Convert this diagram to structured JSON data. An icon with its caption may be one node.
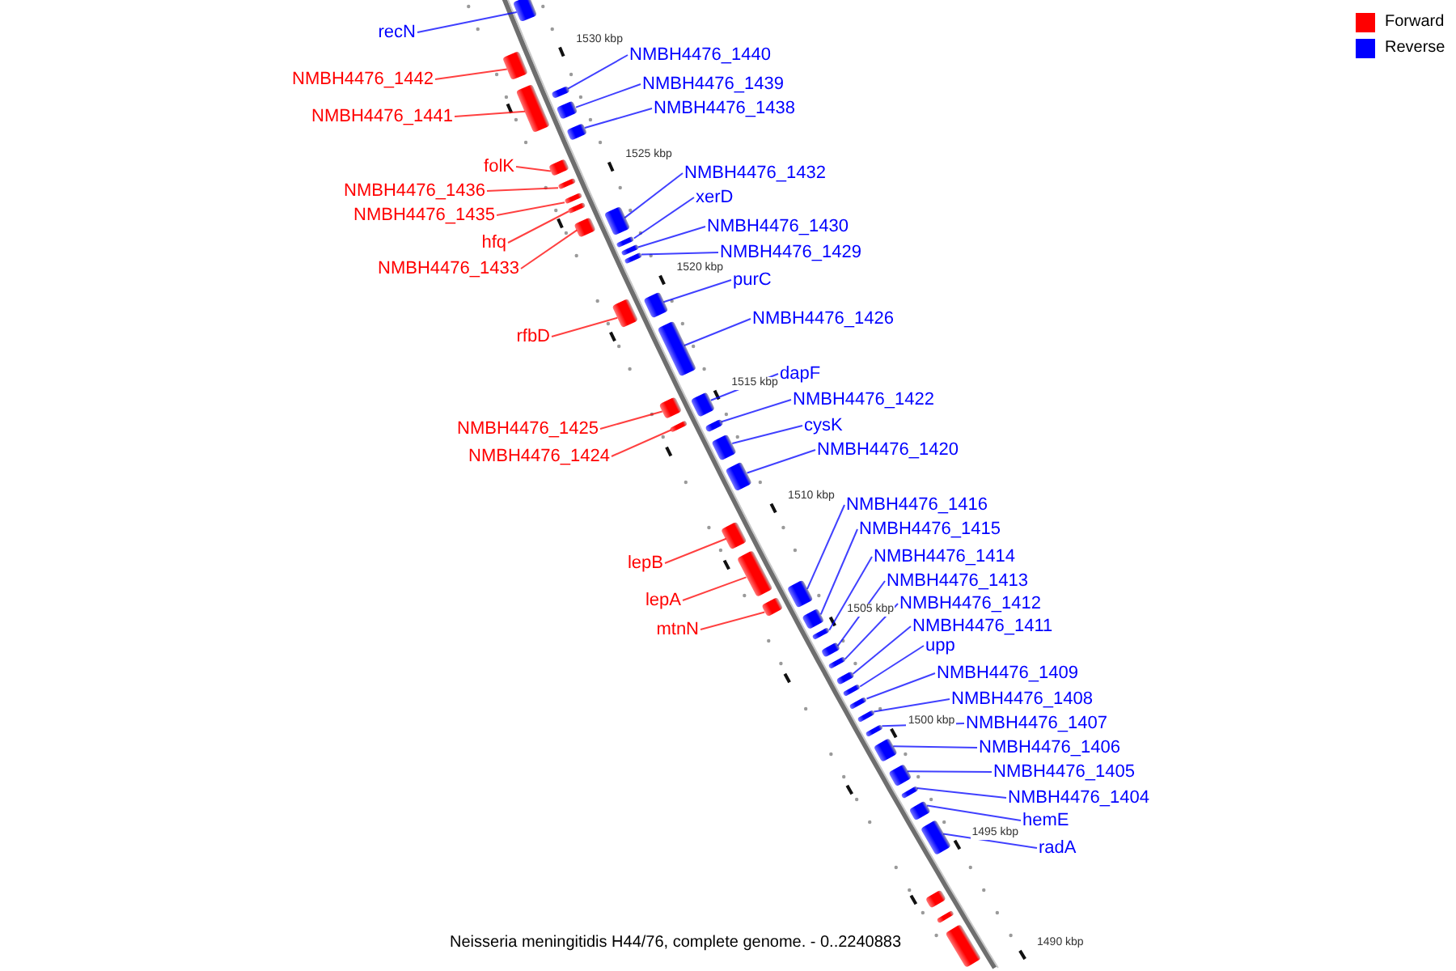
{
  "diagram": {
    "caption": "Neisseria meningitidis H44/76, complete genome. - 0..2240883",
    "nodes": [
      {
        "text": [
          "recN"
        ]
      },
      {
        "text": [
          "NMBH4476_1440"
        ]
      },
      {
        "text": [
          "NMBH4476_1442"
        ]
      },
      {
        "text": [
          "NMBH4476_1439"
        ]
      },
      {
        "text": [
          "NMBH4476_1438"
        ]
      },
      {
        "text": [
          "NMBH4476_1441"
        ]
      },
      {
        "text": [
          "folK"
        ]
      },
      {
        "text": [
          "NMBH4476_1432"
        ]
      },
      {
        "text": [
          "NMBH4476_1436"
        ]
      },
      {
        "text": [
          "xerD"
        ]
      },
      {
        "text": [
          "NMBH4476_1435"
        ]
      },
      {
        "text": [
          "NMBH4476_1430"
        ]
      },
      {
        "text": [
          "hfq"
        ]
      },
      {
        "text": [
          "NMBH4476_1429"
        ]
      },
      {
        "text": [
          "NMBH4476_1433"
        ]
      },
      {
        "text": [
          "purC"
        ]
      },
      {
        "text": [
          "NMBH4476_1426"
        ]
      },
      {
        "text": [
          "rfbD"
        ]
      },
      {
        "text": [
          "dapF"
        ]
      },
      {
        "text": [
          "NMBH4476_1422"
        ]
      },
      {
        "text": [
          "cysK"
        ]
      },
      {
        "text": [
          "NMBH4476_1425"
        ]
      },
      {
        "text": [
          "NMBH4476_1420"
        ]
      },
      {
        "text": [
          "NMBH4476_1424"
        ]
      },
      {
        "text": [
          "NMBH4476_1416"
        ]
      },
      {
        "text": [
          "NMBH4476_1415"
        ]
      },
      {
        "text": [
          "NMBH4476_1414"
        ]
      },
      {
        "text": [
          "lepB"
        ]
      },
      {
        "text": [
          "NMBH4476_1413"
        ]
      },
      {
        "text": [
          "lepA"
        ]
      },
      {
        "text": [
          "NMBH4476_1412"
        ]
      },
      {
        "text": [
          "NMBH4476_1411"
        ]
      },
      {
        "text": [
          "mtnN"
        ]
      },
      {
        "text": [
          "upp"
        ]
      },
      {
        "text": [
          "NMBH4476_1409"
        ]
      },
      {
        "text": [
          "NMBH4476_1408"
        ]
      },
      {
        "text": [
          "NMBH4476_1407"
        ]
      },
      {
        "text": [
          "NMBH4476_1406"
        ]
      },
      {
        "text": [
          "NMBH4476_1405"
        ]
      },
      {
        "text": [
          "NMBH4476_1404"
        ]
      },
      {
        "text": [
          "hemE"
        ]
      },
      {
        "text": [
          "radA"
        ]
      },
      {
        "text": [],
        "shape": "bar"
      },
      {
        "text": [],
        "shape": "bar"
      },
      {
        "text": [],
        "shape": "bar"
      },
      {
        "text": [],
        "shape": "bar"
      },
      {
        "text": [],
        "shape": "bar"
      },
      {
        "text": [],
        "shape": "bar"
      },
      {
        "text": [],
        "shape": "bar"
      },
      {
        "text": [],
        "shape": "bar"
      },
      {
        "text": [],
        "shape": "bar"
      },
      {
        "text": [],
        "shape": "bar"
      },
      {
        "text": [],
        "shape": "bar"
      },
      {
        "text": [],
        "shape": "bar"
      },
      {
        "text": [],
        "shape": "bar"
      },
      {
        "text": [],
        "shape": "bar"
      },
      {
        "text": [],
        "shape": "bar"
      },
      {
        "text": [],
        "shape": "bar"
      },
      {
        "text": [],
        "shape": "bar"
      },
      {
        "text": [],
        "shape": "bar"
      },
      {
        "text": [],
        "shape": "bar"
      },
      {
        "text": [],
        "shape": "bar"
      },
      {
        "text": [],
        "shape": "bar"
      },
      {
        "text": [],
        "shape": "bar"
      },
      {
        "text": [],
        "shape": "bar"
      },
      {
        "text": [],
        "shape": "bar"
      },
      {
        "text": [],
        "shape": "bar"
      },
      {
        "text": [],
        "shape": "bar"
      },
      {
        "text": [],
        "shape": "bar"
      },
      {
        "text": [],
        "shape": "bar"
      },
      {
        "text": [],
        "shape": "bar"
      },
      {
        "text": [],
        "shape": "bar"
      },
      {
        "text": [],
        "shape": "bar"
      },
      {
        "text": [],
        "shape": "bar"
      },
      {
        "text": [],
        "shape": "bar"
      },
      {
        "text": [],
        "shape": "bar"
      },
      {
        "text": [],
        "shape": "bar"
      },
      {
        "text": [],
        "shape": "bar"
      },
      {
        "text": [],
        "shape": "bar"
      },
      {
        "text": [],
        "shape": "bar"
      },
      {
        "text": [],
        "shape": "bar"
      },
      {
        "text": [],
        "shape": "bar"
      },
      {
        "text": [],
        "shape": "bar"
      },
      {
        "text": [],
        "shape": "bar"
      },
      {
        "text": [],
        "shape": "bar"
      },
      {
        "text": [],
        "shape": "bar"
      },
      {
        "text": [],
        "shape": "bar"
      }
    ],
    "edges": [
      {
        "from": 0,
        "to": 42,
        "arrow": "none"
      },
      {
        "from": 1,
        "to": 43,
        "arrow": "none"
      },
      {
        "from": 2,
        "to": 44,
        "arrow": "none",
        "color": "#ff0000"
      },
      {
        "from": 3,
        "to": 45,
        "arrow": "none"
      },
      {
        "from": 4,
        "to": 46,
        "arrow": "none"
      },
      {
        "from": 5,
        "to": 47,
        "arrow": "none",
        "color": "#ff0000"
      },
      {
        "from": 6,
        "to": 48,
        "arrow": "none",
        "color": "#ff0000"
      },
      {
        "from": 7,
        "to": 49,
        "arrow": "none"
      },
      {
        "from": 8,
        "to": 50,
        "arrow": "none",
        "color": "#ff0000"
      },
      {
        "from": 9,
        "to": 51,
        "arrow": "none"
      },
      {
        "from": 10,
        "to": 52,
        "arrow": "none",
        "color": "#ff0000"
      },
      {
        "from": 11,
        "to": 53,
        "arrow": "none"
      },
      {
        "from": 12,
        "to": 54,
        "arrow": "none",
        "color": "#ff0000"
      },
      {
        "from": 13,
        "to": 55,
        "arrow": "none"
      },
      {
        "from": 14,
        "to": 56,
        "arrow": "none",
        "color": "#ff0000"
      },
      {
        "from": 15,
        "to": 57,
        "arrow": "none"
      },
      {
        "from": 16,
        "to": 58,
        "arrow": "none"
      },
      {
        "from": 17,
        "to": 59,
        "arrow": "none",
        "color": "#ff0000"
      },
      {
        "from": 18,
        "to": 60,
        "arrow": "none"
      },
      {
        "from": 19,
        "to": 61,
        "arrow": "none"
      },
      {
        "from": 20,
        "to": 62,
        "arrow": "none"
      },
      {
        "from": 21,
        "to": 63,
        "arrow": "none",
        "color": "#ff0000"
      },
      {
        "from": 22,
        "to": 64,
        "arrow": "none"
      },
      {
        "from": 23,
        "to": 65,
        "arrow": "none",
        "color": "#ff0000"
      },
      {
        "from": 24,
        "to": 66,
        "arrow": "none"
      },
      {
        "from": 25,
        "to": 67,
        "arrow": "none"
      },
      {
        "from": 26,
        "to": 68,
        "arrow": "none"
      },
      {
        "from": 27,
        "to": 69,
        "arrow": "none",
        "color": "#ff0000"
      },
      {
        "from": 28,
        "to": 70,
        "arrow": "none"
      },
      {
        "from": 29,
        "to": 71,
        "arrow": "none",
        "color": "#ff0000"
      },
      {
        "from": 30,
        "to": 72,
        "arrow": "none"
      },
      {
        "from": 31,
        "to": 73,
        "arrow": "none"
      },
      {
        "from": 32,
        "to": 74,
        "arrow": "none",
        "color": "#ff0000"
      },
      {
        "from": 33,
        "to": 75,
        "arrow": "none"
      },
      {
        "from": 34,
        "to": 76,
        "arrow": "none"
      },
      {
        "from": 35,
        "to": 77,
        "arrow": "none"
      },
      {
        "from": 36,
        "to": 78,
        "arrow": "none"
      },
      {
        "from": 37,
        "to": 79,
        "arrow": "none"
      },
      {
        "from": 38,
        "to": 80,
        "arrow": "none"
      },
      {
        "from": 39,
        "to": 81,
        "arrow": "none"
      },
      {
        "from": 40,
        "to": 82,
        "arrow": "none"
      },
      {
        "from": 41,
        "to": 83,
        "arrow": "none"
      }
    ],
    "labels": [
      "1530 kbp",
      "1525 kbp",
      "1520 kbp",
      "1515 kbp",
      "1510 kbp",
      "1505 kbp",
      "1500 kbp",
      "1495 kbp",
      "1490 kbp"
    ],
    "legend": [
      {
        "text": "Forward",
        "color": "#ff0000"
      },
      {
        "text": "Reverse",
        "color": "#0000ff"
      }
    ]
  }
}
